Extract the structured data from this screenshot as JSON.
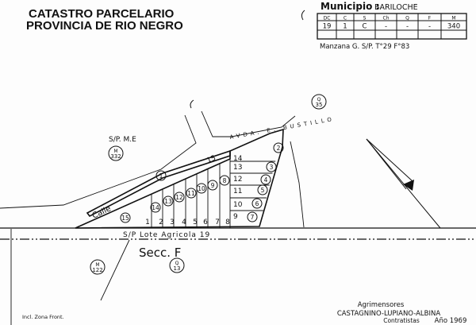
{
  "header": {
    "title_line1": "CATASTRO PARCELARIO",
    "title_line2": "PROVINCIA DE RIO NEGRO",
    "municipio_label": "Municipio :",
    "municipio_value": "BARILOCHE",
    "table": {
      "headers": [
        "DC",
        "C",
        "S",
        "Ch",
        "Q",
        "F",
        "M"
      ],
      "values": [
        "19",
        "1",
        "C",
        "-",
        "-",
        "-",
        "340"
      ]
    },
    "manzana": "Manzana G. S/P. T°29 F°83"
  },
  "map": {
    "sp_me": "S/P. M.E",
    "m332": {
      "top": "M",
      "bottom": "332"
    },
    "q35": {
      "top": "Q",
      "bottom": "35"
    },
    "avenue": "AVDA. E. BUSTILLO",
    "street": "Calle",
    "lote_agricola": "S/P  Lote  Agricola  19",
    "section": "Secc. F",
    "m122": {
      "top": "M",
      "bottom": "122"
    },
    "q13": {
      "top": "Q",
      "bottom": "13"
    },
    "parcels_circled": [
      "1",
      "2",
      "3",
      "4",
      "5",
      "6",
      "7",
      "8",
      "9",
      "10",
      "11",
      "12",
      "13",
      "14",
      "15"
    ],
    "strip_label": "15",
    "bottom_lots": [
      "1",
      "2",
      "3",
      "4",
      "5",
      "6",
      "7",
      "8"
    ],
    "side_lots": [
      "14",
      "13",
      "12",
      "11",
      "10",
      "9"
    ]
  },
  "footer": {
    "zone_note": "Incl. Zona Front.",
    "surveyors_label": "Agrimensores",
    "surveyors": "CASTAGNINO-LUPIANO-ALBINA",
    "contractors": "Contratistas",
    "year": "Año 1969"
  }
}
